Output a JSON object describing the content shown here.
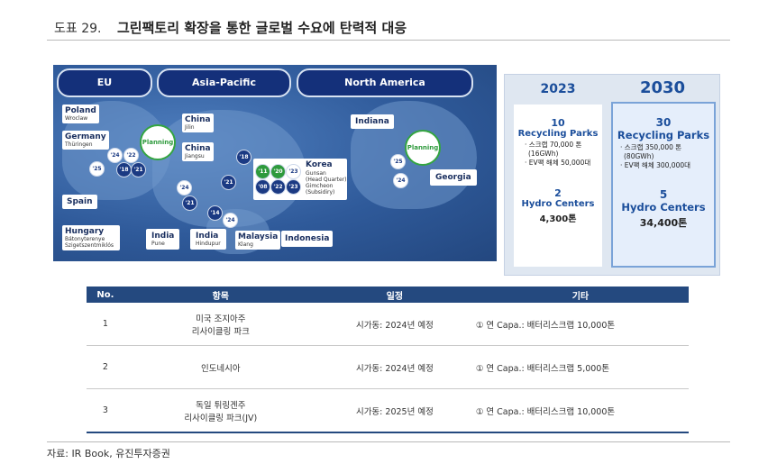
{
  "header": {
    "label": "도표 29.",
    "title": "그린팩토리 확장을 통한 글로벌 수요에 탄력적 대응"
  },
  "map": {
    "regions": [
      "EU",
      "Asia-Pacific",
      "North America"
    ],
    "locations": {
      "poland": {
        "name": "Poland",
        "sub": "Wroclaw"
      },
      "germany": {
        "name": "Germany",
        "sub": "Thüringen"
      },
      "spain": {
        "name": "Spain"
      },
      "hungary": {
        "name": "Hungary",
        "sub": "Bátonyterenye Szigetszentmiklós"
      },
      "china_jilin": {
        "name": "China",
        "sub": "Jilin"
      },
      "china_jiangsu": {
        "name": "China",
        "sub": "Jiangsu"
      },
      "india_pune": {
        "name": "India",
        "sub": "Pune"
      },
      "india_hindupur": {
        "name": "India",
        "sub": "Hindupur"
      },
      "malaysia": {
        "name": "Malaysia",
        "sub": "Klang"
      },
      "indonesia": {
        "name": "Indonesia"
      },
      "korea": {
        "name": "Korea",
        "sub1": "Gunsan",
        "sub2": "(Head Quarter)",
        "sub3": "Gimcheon",
        "sub4": "(Subsidiry)"
      },
      "indiana": {
        "name": "Indiana"
      },
      "georgia": {
        "name": "Georgia"
      }
    },
    "planning": "Planning",
    "years": {
      "eu1": "'24",
      "eu2": "'22",
      "eu3": "'25",
      "eu4": "'18",
      "eu5": "'21",
      "cn1": "'18",
      "cn2": "'24",
      "cn3": "'21",
      "cn4": "'21",
      "cn5": "'14",
      "cn6": "'24",
      "kr1": "'11",
      "kr2": "'20",
      "kr3": "'23",
      "kr4": "'08",
      "kr5": "'22",
      "kr6": "'23",
      "us1": "'25",
      "us2": "'24"
    }
  },
  "comparison": {
    "y2023": {
      "year": "2023",
      "parks_num": "10",
      "parks_label": "Recycling Parks",
      "bullet1": "· 스크랩 70,000 톤",
      "bullet2": "(16GWh)",
      "bullet3": "· EV팩 해체 50,000대",
      "hydro_num": "2",
      "hydro_label": "Hydro Centers",
      "hydro_val": "4,300톤"
    },
    "y2030": {
      "year": "2030",
      "parks_num": "30",
      "parks_label": "Recycling Parks",
      "bullet1": "· 스크랩 350,000 톤",
      "bullet2": "(80GWh)",
      "bullet3": "· EV팩 해체 300,000대",
      "hydro_num": "5",
      "hydro_label": "Hydro Centers",
      "hydro_val": "34,400톤"
    }
  },
  "table": {
    "headers": [
      "No.",
      "항목",
      "일정",
      "기타"
    ],
    "rows": [
      {
        "no": "1",
        "item1": "미국 조지아주",
        "item2": "리사이클링 파크",
        "schedule": "시가동: 2024년 예정",
        "note": "① 연 Capa.: 배터리스크랩 10,000톤"
      },
      {
        "no": "2",
        "item1": "인도네시아",
        "item2": "",
        "schedule": "시가동: 2024년 예정",
        "note": "① 연 Capa.: 배터리스크랩 5,000톤"
      },
      {
        "no": "3",
        "item1": "독일 튀링겐주",
        "item2": "리사이클링 파크(JV)",
        "schedule": "시가동: 2025년 예정",
        "note": "① 연 Capa.: 배터리스크랩 10,000톤"
      }
    ]
  },
  "source": "자료: IR Book, 유진투자증권"
}
